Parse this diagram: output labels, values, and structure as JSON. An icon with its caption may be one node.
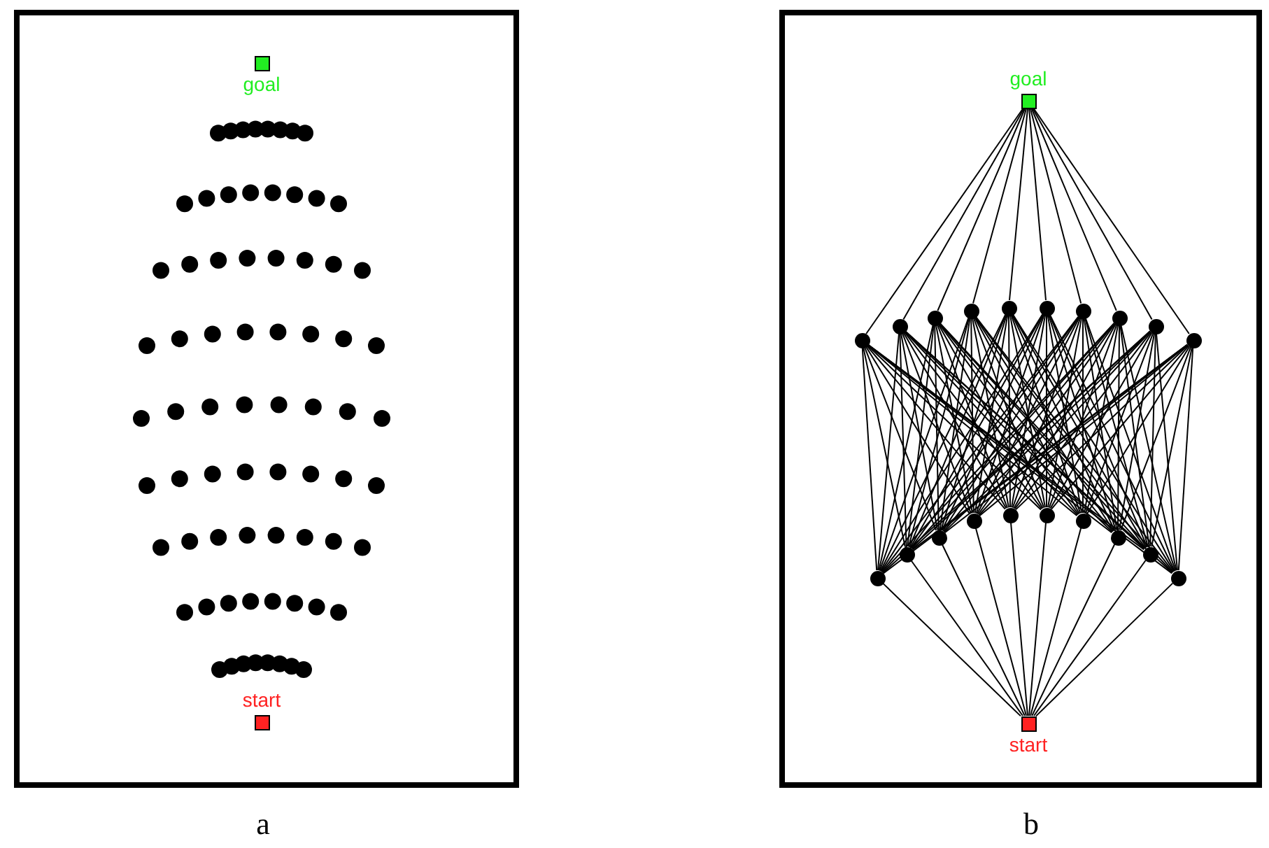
{
  "diagram": {
    "nodes": [
      {
        "text": [
          "goal"
        ]
      },
      {
        "text": [
          "start"
        ]
      },
      {
        "text": [
          "goal"
        ]
      },
      {
        "text": [],
        "shape": "circle"
      },
      {
        "text": [],
        "shape": "circle"
      },
      {
        "text": [],
        "shape": "circle"
      },
      {
        "text": [],
        "shape": "circle"
      },
      {
        "text": [],
        "shape": "circle"
      },
      {
        "text": [],
        "shape": "circle"
      },
      {
        "text": [],
        "shape": "circle"
      },
      {
        "text": [],
        "shape": "circle"
      },
      {
        "text": [],
        "shape": "circle"
      },
      {
        "text": [],
        "shape": "circle"
      },
      {
        "text": [],
        "shape": "circle"
      },
      {
        "text": [],
        "shape": "circle"
      },
      {
        "text": [],
        "shape": "circle"
      },
      {
        "text": [],
        "shape": "circle"
      },
      {
        "text": [],
        "shape": "circle"
      },
      {
        "text": [],
        "shape": "circle"
      },
      {
        "text": [],
        "shape": "circle"
      },
      {
        "text": [],
        "shape": "circle"
      },
      {
        "text": [],
        "shape": "circle"
      },
      {
        "text": [],
        "shape": "circle"
      },
      {
        "text": [
          "start"
        ]
      }
    ],
    "edges": [
      {
        "from": 23,
        "to": 13,
        "arrow": "none"
      },
      {
        "from": 23,
        "to": 14,
        "arrow": "none"
      },
      {
        "from": 23,
        "to": 15,
        "arrow": "none"
      },
      {
        "from": 23,
        "to": 16,
        "arrow": "none"
      },
      {
        "from": 23,
        "to": 17,
        "arrow": "none"
      },
      {
        "from": 23,
        "to": 18,
        "arrow": "none"
      },
      {
        "from": 23,
        "to": 19,
        "arrow": "none"
      },
      {
        "from": 23,
        "to": 20,
        "arrow": "none"
      },
      {
        "from": 23,
        "to": 21,
        "arrow": "none"
      },
      {
        "from": 23,
        "to": 22,
        "arrow": "none"
      },
      {
        "from": 13,
        "to": 3,
        "arrow": "none"
      },
      {
        "from": 13,
        "to": 4,
        "arrow": "none"
      },
      {
        "from": 13,
        "to": 5,
        "arrow": "none"
      },
      {
        "from": 13,
        "to": 6,
        "arrow": "none"
      },
      {
        "from": 13,
        "to": 7,
        "arrow": "none"
      },
      {
        "from": 13,
        "to": 8,
        "arrow": "none"
      },
      {
        "from": 13,
        "to": 9,
        "arrow": "none"
      },
      {
        "from": 13,
        "to": 10,
        "arrow": "none"
      },
      {
        "from": 13,
        "to": 11,
        "arrow": "none"
      },
      {
        "from": 13,
        "to": 12,
        "arrow": "none"
      },
      {
        "from": 14,
        "to": 3,
        "arrow": "none"
      },
      {
        "from": 14,
        "to": 4,
        "arrow": "none"
      },
      {
        "from": 14,
        "to": 5,
        "arrow": "none"
      },
      {
        "from": 14,
        "to": 6,
        "arrow": "none"
      },
      {
        "from": 14,
        "to": 7,
        "arrow": "none"
      },
      {
        "from": 14,
        "to": 8,
        "arrow": "none"
      },
      {
        "from": 14,
        "to": 9,
        "arrow": "none"
      },
      {
        "from": 14,
        "to": 10,
        "arrow": "none"
      },
      {
        "from": 14,
        "to": 11,
        "arrow": "none"
      },
      {
        "from": 14,
        "to": 12,
        "arrow": "none"
      },
      {
        "from": 15,
        "to": 3,
        "arrow": "none"
      },
      {
        "from": 15,
        "to": 4,
        "arrow": "none"
      },
      {
        "from": 15,
        "to": 5,
        "arrow": "none"
      },
      {
        "from": 15,
        "to": 6,
        "arrow": "none"
      },
      {
        "from": 15,
        "to": 7,
        "arrow": "none"
      },
      {
        "from": 15,
        "to": 8,
        "arrow": "none"
      },
      {
        "from": 15,
        "to": 9,
        "arrow": "none"
      },
      {
        "from": 15,
        "to": 10,
        "arrow": "none"
      },
      {
        "from": 15,
        "to": 11,
        "arrow": "none"
      },
      {
        "from": 15,
        "to": 12,
        "arrow": "none"
      },
      {
        "from": 16,
        "to": 3,
        "arrow": "none"
      },
      {
        "from": 16,
        "to": 4,
        "arrow": "none"
      },
      {
        "from": 16,
        "to": 5,
        "arrow": "none"
      },
      {
        "from": 16,
        "to": 6,
        "arrow": "none"
      },
      {
        "from": 16,
        "to": 7,
        "arrow": "none"
      },
      {
        "from": 16,
        "to": 8,
        "arrow": "none"
      },
      {
        "from": 16,
        "to": 9,
        "arrow": "none"
      },
      {
        "from": 16,
        "to": 10,
        "arrow": "none"
      },
      {
        "from": 16,
        "to": 11,
        "arrow": "none"
      },
      {
        "from": 16,
        "to": 12,
        "arrow": "none"
      },
      {
        "from": 17,
        "to": 3,
        "arrow": "none"
      },
      {
        "from": 17,
        "to": 4,
        "arrow": "none"
      },
      {
        "from": 17,
        "to": 5,
        "arrow": "none"
      },
      {
        "from": 17,
        "to": 6,
        "arrow": "none"
      },
      {
        "from": 17,
        "to": 7,
        "arrow": "none"
      },
      {
        "from": 17,
        "to": 8,
        "arrow": "none"
      },
      {
        "from": 17,
        "to": 9,
        "arrow": "none"
      },
      {
        "from": 17,
        "to": 10,
        "arrow": "none"
      },
      {
        "from": 17,
        "to": 11,
        "arrow": "none"
      },
      {
        "from": 17,
        "to": 12,
        "arrow": "none"
      },
      {
        "from": 18,
        "to": 3,
        "arrow": "none"
      },
      {
        "from": 18,
        "to": 4,
        "arrow": "none"
      },
      {
        "from": 18,
        "to": 5,
        "arrow": "none"
      },
      {
        "from": 18,
        "to": 6,
        "arrow": "none"
      },
      {
        "from": 18,
        "to": 7,
        "arrow": "none"
      },
      {
        "from": 18,
        "to": 8,
        "arrow": "none"
      },
      {
        "from": 18,
        "to": 9,
        "arrow": "none"
      },
      {
        "from": 18,
        "to": 10,
        "arrow": "none"
      },
      {
        "from": 18,
        "to": 11,
        "arrow": "none"
      },
      {
        "from": 18,
        "to": 12,
        "arrow": "none"
      },
      {
        "from": 19,
        "to": 3,
        "arrow": "none"
      },
      {
        "from": 19,
        "to": 4,
        "arrow": "none"
      },
      {
        "from": 19,
        "to": 5,
        "arrow": "none"
      },
      {
        "from": 19,
        "to": 6,
        "arrow": "none"
      },
      {
        "from": 19,
        "to": 7,
        "arrow": "none"
      },
      {
        "from": 19,
        "to": 8,
        "arrow": "none"
      },
      {
        "from": 19,
        "to": 9,
        "arrow": "none"
      },
      {
        "from": 19,
        "to": 10,
        "arrow": "none"
      },
      {
        "from": 19,
        "to": 11,
        "arrow": "none"
      },
      {
        "from": 19,
        "to": 12,
        "arrow": "none"
      },
      {
        "from": 20,
        "to": 3,
        "arrow": "none"
      },
      {
        "from": 20,
        "to": 4,
        "arrow": "none"
      },
      {
        "from": 20,
        "to": 5,
        "arrow": "none"
      },
      {
        "from": 20,
        "to": 6,
        "arrow": "none"
      },
      {
        "from": 20,
        "to": 7,
        "arrow": "none"
      },
      {
        "from": 20,
        "to": 8,
        "arrow": "none"
      },
      {
        "from": 20,
        "to": 9,
        "arrow": "none"
      },
      {
        "from": 20,
        "to": 10,
        "arrow": "none"
      },
      {
        "from": 20,
        "to": 11,
        "arrow": "none"
      },
      {
        "from": 20,
        "to": 12,
        "arrow": "none"
      },
      {
        "from": 21,
        "to": 3,
        "arrow": "none"
      },
      {
        "from": 21,
        "to": 4,
        "arrow": "none"
      },
      {
        "from": 21,
        "to": 5,
        "arrow": "none"
      },
      {
        "from": 21,
        "to": 6,
        "arrow": "none"
      },
      {
        "from": 21,
        "to": 7,
        "arrow": "none"
      },
      {
        "from": 21,
        "to": 8,
        "arrow": "none"
      },
      {
        "from": 21,
        "to": 9,
        "arrow": "none"
      },
      {
        "from": 21,
        "to": 10,
        "arrow": "none"
      },
      {
        "from": 21,
        "to": 11,
        "arrow": "none"
      },
      {
        "from": 21,
        "to": 12,
        "arrow": "none"
      },
      {
        "from": 22,
        "to": 3,
        "arrow": "none"
      },
      {
        "from": 22,
        "to": 4,
        "arrow": "none"
      },
      {
        "from": 22,
        "to": 5,
        "arrow": "none"
      },
      {
        "from": 22,
        "to": 6,
        "arrow": "none"
      },
      {
        "from": 22,
        "to": 7,
        "arrow": "none"
      },
      {
        "from": 22,
        "to": 8,
        "arrow": "none"
      },
      {
        "from": 22,
        "to": 9,
        "arrow": "none"
      },
      {
        "from": 22,
        "to": 10,
        "arrow": "none"
      },
      {
        "from": 22,
        "to": 11,
        "arrow": "none"
      },
      {
        "from": 22,
        "to": 12,
        "arrow": "none"
      },
      {
        "from": 3,
        "to": 2,
        "arrow": "none"
      },
      {
        "from": 4,
        "to": 2,
        "arrow": "none"
      },
      {
        "from": 5,
        "to": 2,
        "arrow": "none"
      },
      {
        "from": 6,
        "to": 2,
        "arrow": "none"
      },
      {
        "from": 7,
        "to": 2,
        "arrow": "none"
      },
      {
        "from": 8,
        "to": 2,
        "arrow": "none"
      },
      {
        "from": 9,
        "to": 2,
        "arrow": "none"
      },
      {
        "from": 10,
        "to": 2,
        "arrow": "none"
      },
      {
        "from": 11,
        "to": 2,
        "arrow": "none"
      },
      {
        "from": 12,
        "to": 2,
        "arrow": "none"
      }
    ],
    "labels": [
      "a",
      "b"
    ]
  }
}
